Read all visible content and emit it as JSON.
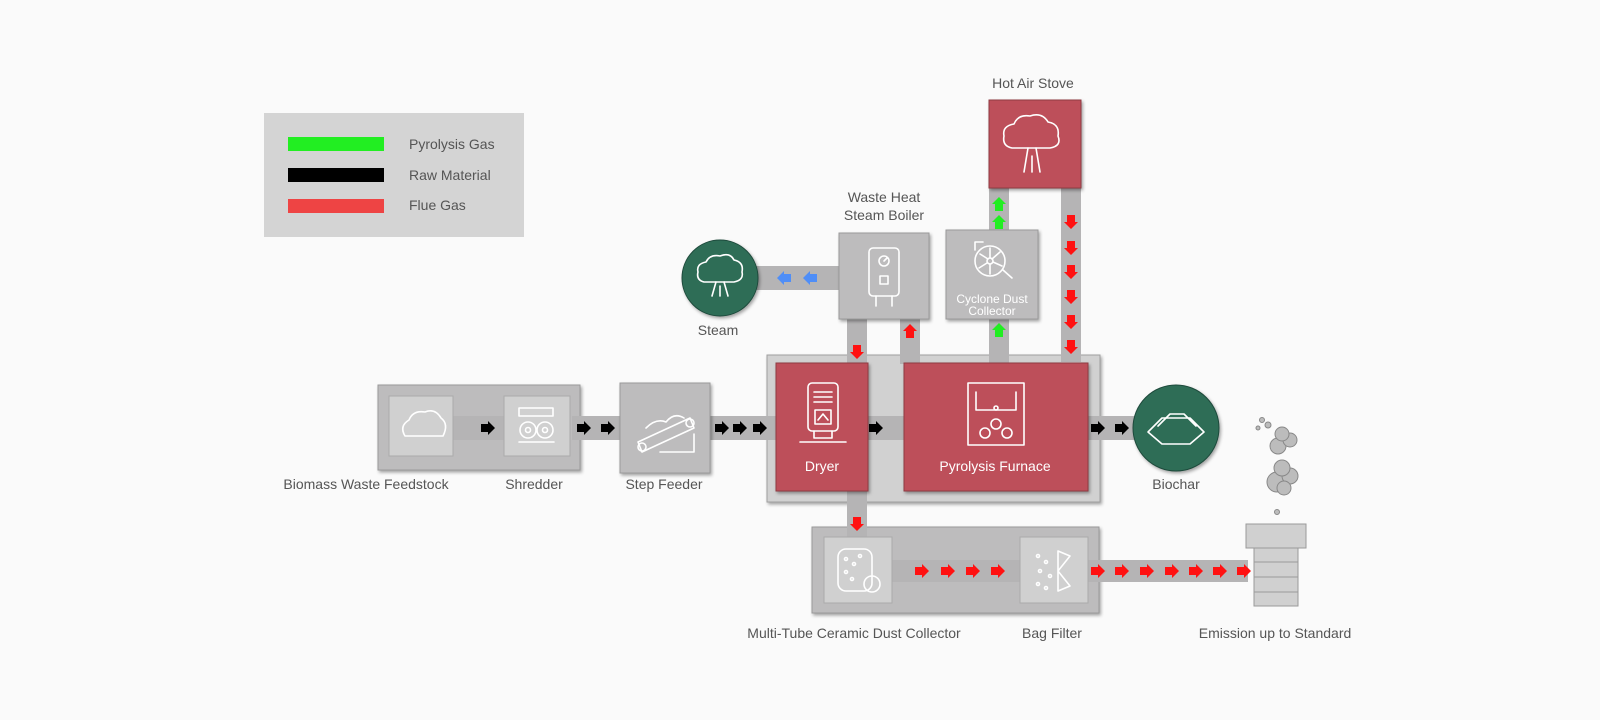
{
  "legend": {
    "items": [
      {
        "label": "Pyrolysis Gas",
        "color": "#22ee22"
      },
      {
        "label": "Raw Material",
        "color": "#000000"
      },
      {
        "label": "Flue Gas",
        "color": "#ee4444"
      }
    ]
  },
  "nodes": {
    "hot_air_stove": "Hot Air Stove",
    "boiler_line1": "Waste Heat",
    "boiler_line2": "Steam Boiler",
    "steam": "Steam",
    "cyclone_line1": "Cyclone Dust",
    "cyclone_line2": "Collector",
    "feedstock": "Biomass Waste Feedstock",
    "shredder": "Shredder",
    "step_feeder": "Step Feeder",
    "dryer": "Dryer",
    "furnace": "Pyrolysis Furnace",
    "biochar": "Biochar",
    "multitube": "Multi-Tube Ceramic Dust Collector",
    "bag_filter": "Bag Filter",
    "emission": "Emission up to Standard"
  },
  "colors": {
    "background": "#fafafa",
    "unit_gray": "#bdbcbd",
    "panel_gray": "#d1d1d1",
    "highlight_red": "#bd4f5a",
    "product_green": "#2f6d57",
    "flue_arrow": "#ff1111",
    "gas_arrow": "#22ee22",
    "steam_arrow": "#4f8ef7",
    "material_arrow": "#000000"
  }
}
